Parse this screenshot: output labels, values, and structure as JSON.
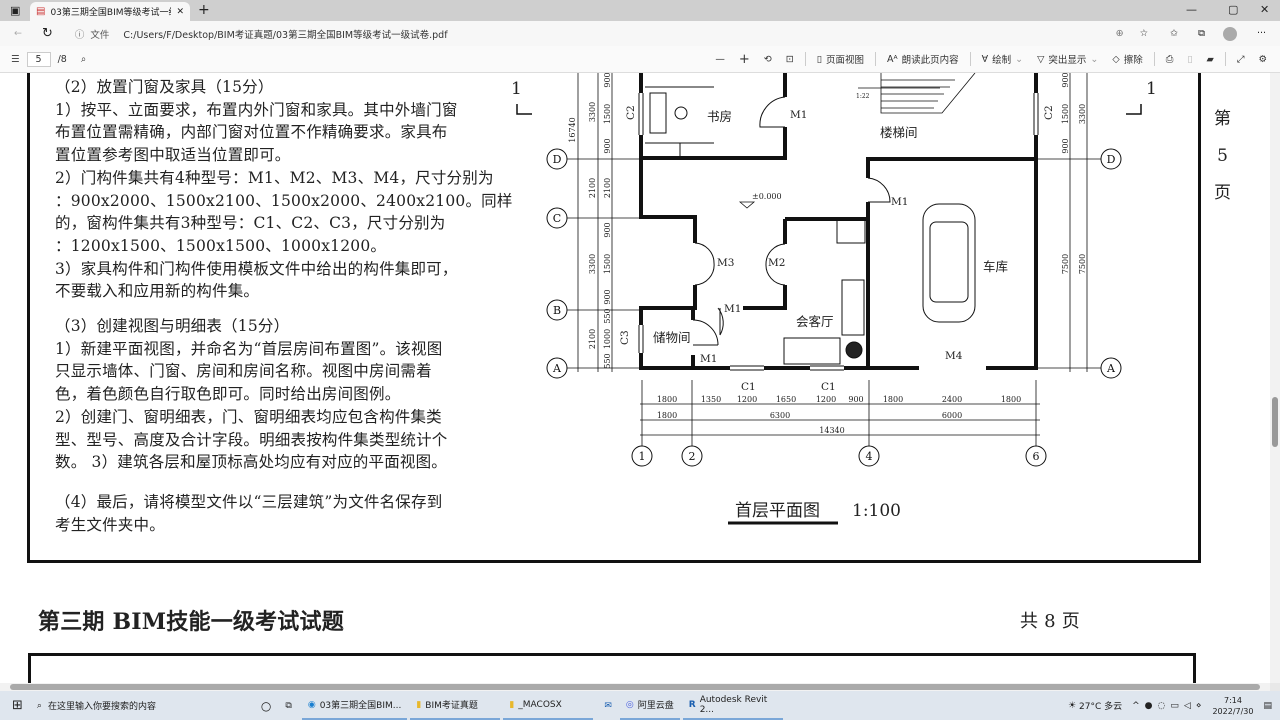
{
  "browser": {
    "tab_title": "03第三期全国BIM等级考试一级试",
    "new_tab": "+",
    "window_controls": [
      "—",
      "▢",
      "✕"
    ],
    "address_label": "文件",
    "address_url": "C:/Users/F/Desktop/BIM考证真题/03第三期全国BIM等级考试一级试卷.pdf",
    "more": "···"
  },
  "pdf_toolbar": {
    "page_current": "5",
    "page_total": "/8",
    "zoom_out": "—",
    "zoom_in": "+",
    "page_view": "页面视图",
    "read_aloud": "朗读此页内容",
    "draw": "绘制",
    "highlight": "突出显示",
    "erase": "擦除"
  },
  "doc": {
    "section2_lines": [
      "（2）放置门窗及家具（15分）",
      "1）按平、立面要求，布置内外门窗和家具。其中外墙门窗",
      "布置位置需精确，内部门窗对位置不作精确要求。家具布",
      "置位置参考图中取适当位置即可。",
      "2）门构件集共有4种型号：M1、M2、M3、M4，尺寸分别为",
      "：900x2000、1500x2100、1500x2000、2400x2100。同样",
      "的，窗构件集共有3种型号：C1、C2、C3，尺寸分别为",
      "：1200x1500、1500x1500、1000x1200。",
      "3）家具构件和门构件使用模板文件中给出的构件集即可，",
      "不要载入和应用新的构件集。"
    ],
    "section3_lines": [
      "（3）创建视图与明细表（15分）",
      "1）新建平面视图，并命名为“首层房间布置图”。该视图",
      "只显示墙体、门窗、房间和房间名称。视图中房间需着",
      "色，着色颜色自行取色即可。同时给出房间图例。",
      "2）创建门、窗明细表，门、窗明细表均应包含构件集类",
      "型、型号、高度及合计字段。明细表按构件集类型统计个",
      "数。 3）建筑各层和屋顶标高处均应有对应的平面视图。"
    ],
    "section4_lines": [
      "（4）最后，请将模型文件以“三层建筑”为文件名保存到",
      "考生文件夹中。"
    ],
    "page_marker": [
      "第",
      "5",
      "页"
    ],
    "section_mark": "1",
    "next_page_title": "第三期 BIM技能一级考试试题",
    "next_page_total": "共  8  页"
  },
  "plan": {
    "title": "首层平面图",
    "scale": "1:100",
    "rooms": [
      "书房",
      "楼梯间",
      "车库",
      "会客厅",
      "储物间"
    ],
    "doors": [
      "M1",
      "M1",
      "M3",
      "M2",
      "M1",
      "M1",
      "M4"
    ],
    "windows": [
      "C1",
      "C1",
      "C2",
      "C2",
      "C3"
    ],
    "elevation": "±0.000",
    "stair_note": "1:22",
    "axes_rows": [
      "D",
      "C",
      "B",
      "A"
    ],
    "axes_cols": [
      "1",
      "2",
      "4",
      "6"
    ],
    "dims_left_outer": [
      "16740",
      "3300",
      "2100",
      "3300",
      "2100"
    ],
    "dims_left_inner": [
      "900",
      "1500",
      "900",
      "2100",
      "900",
      "1500",
      "900",
      "550",
      "1000",
      "550"
    ],
    "dims_right_inner": [
      "900",
      "1500",
      "900",
      "7500"
    ],
    "dims_right_outer": [
      "3300",
      "7500"
    ],
    "dims_bottom_1": [
      "1800",
      "1350",
      "1200",
      "1650",
      "1200",
      "900",
      "1800",
      "2400",
      "1800"
    ],
    "dims_bottom_2": [
      "1800",
      "6300",
      "6000"
    ],
    "dims_bottom_3": [
      "14340"
    ]
  },
  "taskbar": {
    "search": "在这里输入你要搜索的内容",
    "apps": [
      "03第三期全国BIM...",
      "BIM考证真题",
      "_MACOSX",
      "阿里云盘",
      "Autodesk Revit 2..."
    ],
    "weather": "27°C 多云",
    "time": "7:14",
    "date": "2022/7/30"
  }
}
